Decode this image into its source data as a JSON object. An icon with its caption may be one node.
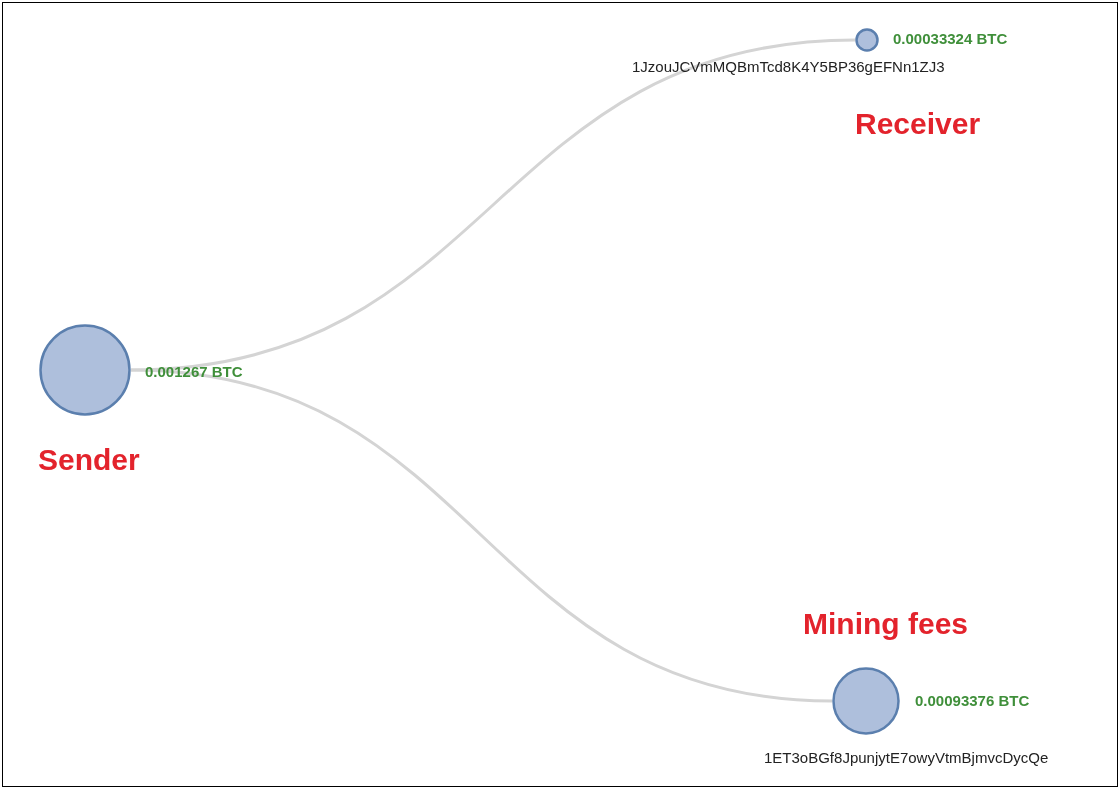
{
  "diagram": {
    "nodes": [
      {
        "text": [],
        "shape": "circle",
        "beside": [
          "0.001267 BTC",
          "Sender"
        ]
      },
      {
        "text": [],
        "shape": "circle",
        "beside": [
          "0.00033324 BTC",
          "1JzouJCVmMQBmTcd8K4Y5BP36gEFNn1ZJ3",
          "Receiver"
        ]
      },
      {
        "text": [],
        "shape": "circle",
        "beside": [
          "Mining fees",
          "0.00093376 BTC",
          "1ET3oBGf8JpunjytE7owyVtmBjmvcDycQe"
        ]
      }
    ],
    "edges": [
      {
        "from": 0,
        "to": 1,
        "arrow": "none"
      },
      {
        "from": 0,
        "to": 2,
        "arrow": "none"
      }
    ]
  }
}
